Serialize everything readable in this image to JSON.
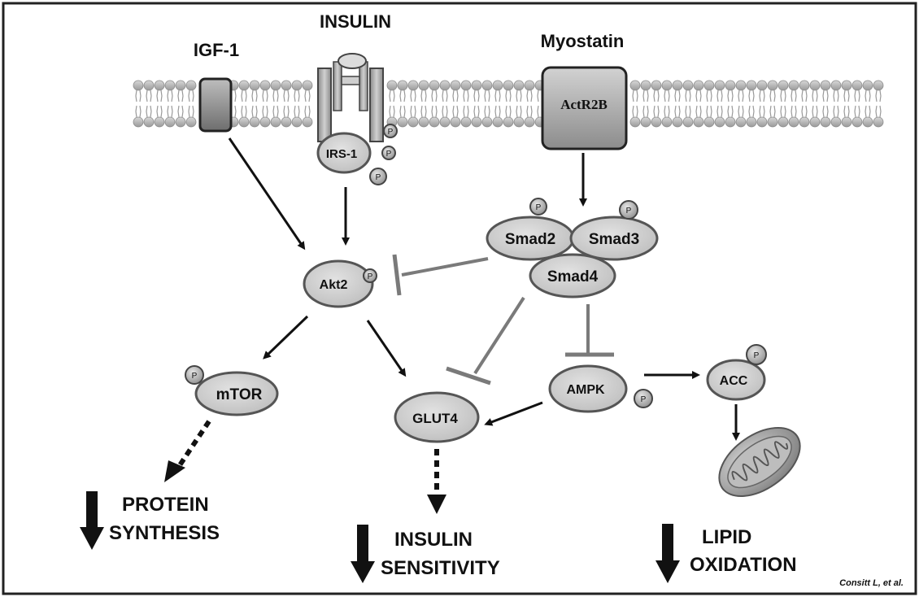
{
  "ligands": {
    "igf1": "IGF-1",
    "insulin": "INSULIN",
    "myostatin": "Myostatin"
  },
  "receptors": {
    "actr2b": "ActR2B"
  },
  "proteins": {
    "irs1": "IRS-1",
    "akt2": "Akt2",
    "smad2": "Smad2",
    "smad3": "Smad3",
    "smad4": "Smad4",
    "mtor": "mTOR",
    "glut4": "GLUT4",
    "ampk": "AMPK",
    "acc": "ACC"
  },
  "phospho_label": "P",
  "outcomes": {
    "protein_synthesis": [
      "PROTEIN",
      "SYNTHESIS"
    ],
    "insulin_sensitivity": [
      "INSULIN",
      "SENSITIVITY"
    ],
    "lipid_oxidation": [
      "LIPID",
      "OXIDATION"
    ]
  },
  "credit": "Consitt L, et al."
}
